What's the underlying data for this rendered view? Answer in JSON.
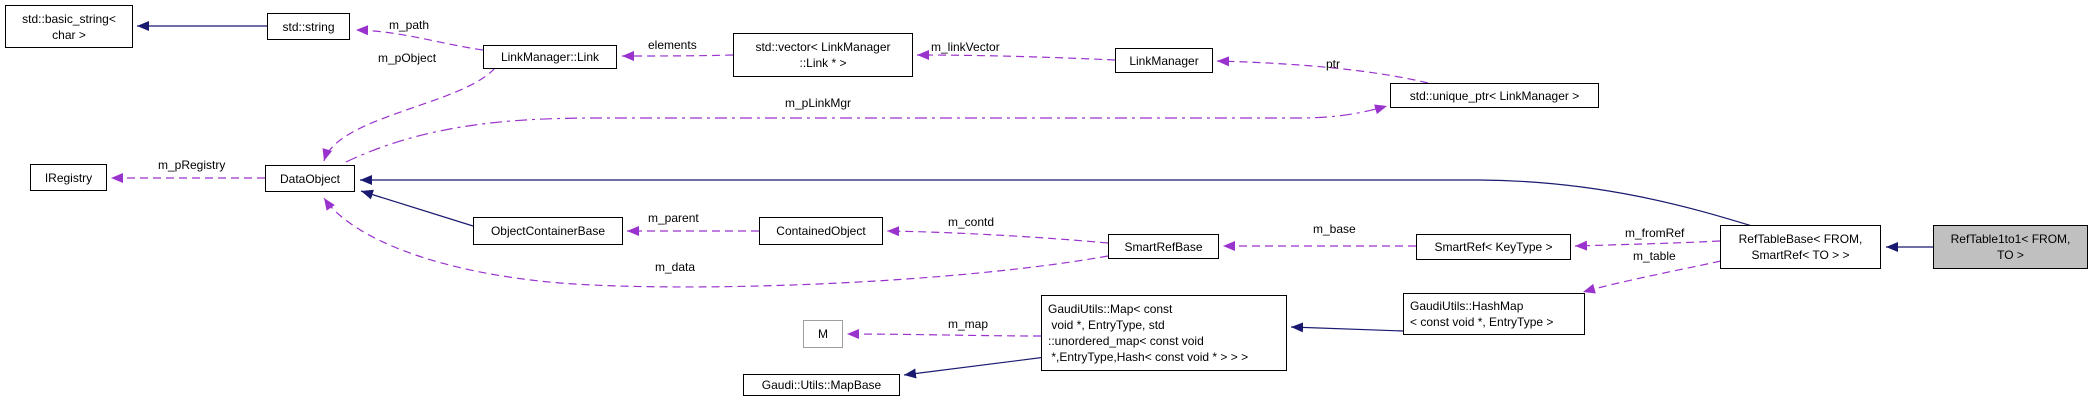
{
  "diagram": {
    "kind": "doxygen-collaboration-graph",
    "focus_class": "RefTable1to1< FROM, TO >"
  },
  "colors": {
    "usage_edge": "#9a32cd",
    "inheritance_edge": "#191970",
    "node_border": "#000000",
    "node_fill": "#ffffff",
    "focus_node_fill": "#c0c0c0",
    "template_param_border": "#9e9e9e",
    "background": "#ffffff"
  },
  "nodes": {
    "basic_string": {
      "lines": [
        "std::basic_string<",
        "char >"
      ]
    },
    "std_string": {
      "lines": [
        "std::string"
      ]
    },
    "link": {
      "lines": [
        "LinkManager::Link"
      ]
    },
    "vector": {
      "lines": [
        "std::vector< LinkManager",
        "::Link * >"
      ]
    },
    "link_manager": {
      "lines": [
        "LinkManager"
      ]
    },
    "unique_ptr": {
      "lines": [
        "std::unique_ptr< LinkManager >"
      ]
    },
    "iregistry": {
      "lines": [
        "IRegistry"
      ]
    },
    "data_object": {
      "lines": [
        "DataObject"
      ]
    },
    "object_container_base": {
      "lines": [
        "ObjectContainerBase"
      ]
    },
    "contained_object": {
      "lines": [
        "ContainedObject"
      ]
    },
    "smart_ref_base": {
      "lines": [
        "SmartRefBase"
      ]
    },
    "smart_ref": {
      "lines": [
        "SmartRef< KeyType >"
      ]
    },
    "ref_table_base": {
      "lines": [
        "RefTableBase< FROM,",
        "SmartRef< TO > >"
      ]
    },
    "ref_table_1to1": {
      "lines": [
        "RefTable1to1< FROM,",
        "TO >"
      ]
    },
    "gaudi_map": {
      "lines": [
        "GaudiUtils::Map< const",
        " void *, EntryType, std",
        "::unordered_map< const void",
        " *,EntryType,Hash< const void * > > >"
      ]
    },
    "hash_map": {
      "lines": [
        "GaudiUtils::HashMap",
        "< const void *, EntryType >"
      ]
    },
    "m_param": {
      "lines": [
        "M"
      ]
    },
    "map_base": {
      "lines": [
        "Gaudi::Utils::MapBase"
      ]
    }
  },
  "edge_labels": {
    "m_path": "m_path",
    "m_pObject": "m_pObject",
    "elements": "elements",
    "m_linkVector": "m_linkVector",
    "ptr": "ptr",
    "m_pLinkMgr": "m_pLinkMgr",
    "m_pRegistry": "m_pRegistry",
    "m_parent": "m_parent",
    "m_contd": "m_contd",
    "m_base": "m_base",
    "m_fromRef": "m_fromRef",
    "m_table": "m_table",
    "m_data": "m_data",
    "m_map": "m_map"
  },
  "edges": [
    {
      "from": "std::string",
      "to": "std::basic_string< char >",
      "type": "inheritance"
    },
    {
      "from": "LinkManager::Link",
      "to": "std::string",
      "type": "usage",
      "label": "m_path"
    },
    {
      "from": "LinkManager::Link",
      "to": "DataObject",
      "type": "usage",
      "label": "m_pObject"
    },
    {
      "from": "std::vector< LinkManager ::Link * >",
      "to": "LinkManager::Link",
      "type": "usage",
      "label": "elements"
    },
    {
      "from": "LinkManager",
      "to": "std::vector< LinkManager ::Link * >",
      "type": "usage",
      "label": "m_linkVector"
    },
    {
      "from": "std::unique_ptr< LinkManager >",
      "to": "LinkManager",
      "type": "usage",
      "label": "ptr"
    },
    {
      "from": "DataObject",
      "to": "std::unique_ptr< LinkManager >",
      "type": "usage",
      "label": "m_pLinkMgr"
    },
    {
      "from": "DataObject",
      "to": "IRegistry",
      "type": "usage",
      "label": "m_pRegistry"
    },
    {
      "from": "ObjectContainerBase",
      "to": "DataObject",
      "type": "inheritance"
    },
    {
      "from": "ContainedObject",
      "to": "ObjectContainerBase",
      "type": "usage",
      "label": "m_parent"
    },
    {
      "from": "SmartRefBase",
      "to": "ContainedObject",
      "type": "usage",
      "label": "m_contd"
    },
    {
      "from": "SmartRefBase",
      "to": "DataObject",
      "type": "usage",
      "label": "m_data"
    },
    {
      "from": "SmartRef< KeyType >",
      "to": "SmartRefBase",
      "type": "usage",
      "label": "m_base"
    },
    {
      "from": "RefTableBase< FROM, SmartRef< TO > >",
      "to": "SmartRef< KeyType >",
      "type": "usage",
      "label": "m_fromRef"
    },
    {
      "from": "RefTableBase< FROM, SmartRef< TO > >",
      "to": "GaudiUtils::HashMap< const void *, EntryType >",
      "type": "usage",
      "label": "m_table"
    },
    {
      "from": "RefTableBase< FROM, SmartRef< TO > >",
      "to": "DataObject",
      "type": "inheritance"
    },
    {
      "from": "RefTable1to1< FROM, TO >",
      "to": "RefTableBase< FROM, SmartRef< TO > >",
      "type": "inheritance"
    },
    {
      "from": "GaudiUtils::HashMap< const void *, EntryType >",
      "to": "GaudiUtils::Map< const void *, EntryType, std::unordered_map< const void *,EntryType,Hash< const void * > > >",
      "type": "inheritance"
    },
    {
      "from": "GaudiUtils::Map< const void *, EntryType, std::unordered_map< const void *,EntryType,Hash< const void * > > >",
      "to": "M",
      "type": "usage",
      "label": "m_map"
    },
    {
      "from": "GaudiUtils::Map< const void *, EntryType, std::unordered_map< const void *,EntryType,Hash< const void * > > >",
      "to": "Gaudi::Utils::MapBase",
      "type": "inheritance"
    }
  ]
}
